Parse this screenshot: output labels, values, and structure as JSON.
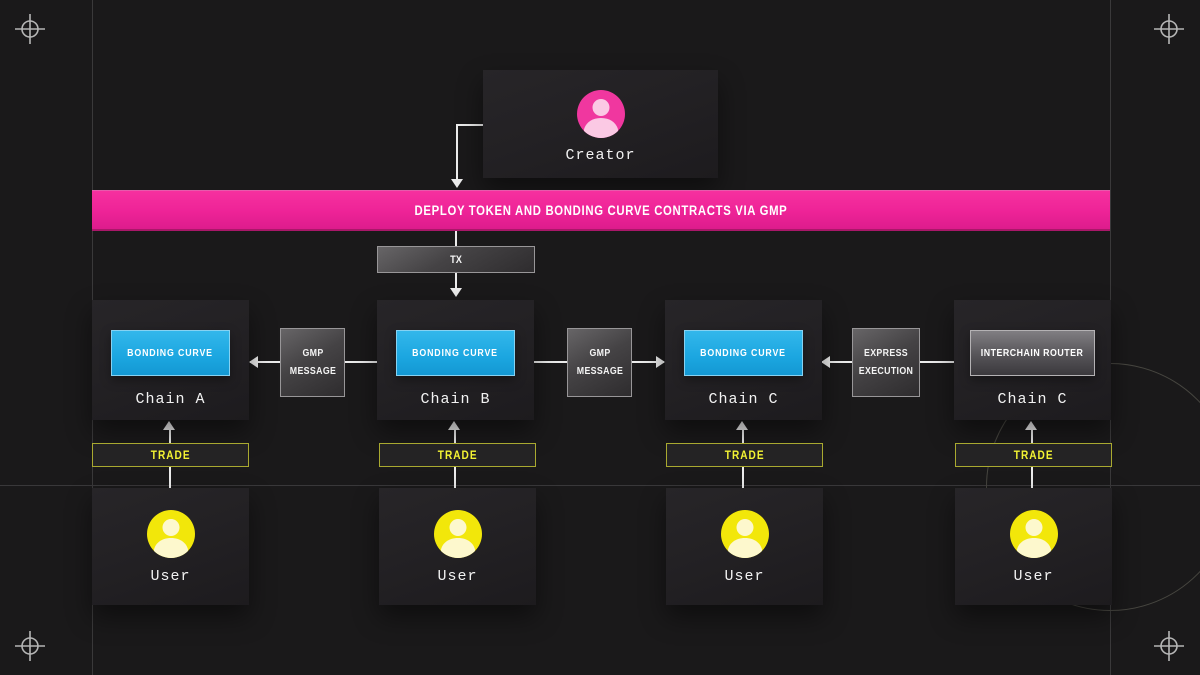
{
  "colors": {
    "background": "#1a191a",
    "accent_pink": "#ee2397",
    "accent_blue": "#1ba6e0",
    "accent_yellow": "#f4f433",
    "avatar_creator": "#f0379f",
    "avatar_user": "#f2e70a"
  },
  "creator": {
    "label": "Creator"
  },
  "banner": {
    "label": "DEPLOY TOKEN AND BONDING CURVE CONTRACTS VIA GMP"
  },
  "tx": {
    "label": "TX"
  },
  "chains": [
    {
      "button": "BONDING CURVE",
      "label": "Chain A"
    },
    {
      "button": "BONDING CURVE",
      "label": "Chain B"
    },
    {
      "button": "BONDING CURVE",
      "label": "Chain C"
    },
    {
      "button": "INTERCHAIN ROUTER",
      "label": "Chain C"
    }
  ],
  "messages": {
    "gmp": "GMP MESSAGE",
    "express": "EXPRESS EXECUTION"
  },
  "trade": {
    "label": "TRADE"
  },
  "user": {
    "label": "User"
  }
}
